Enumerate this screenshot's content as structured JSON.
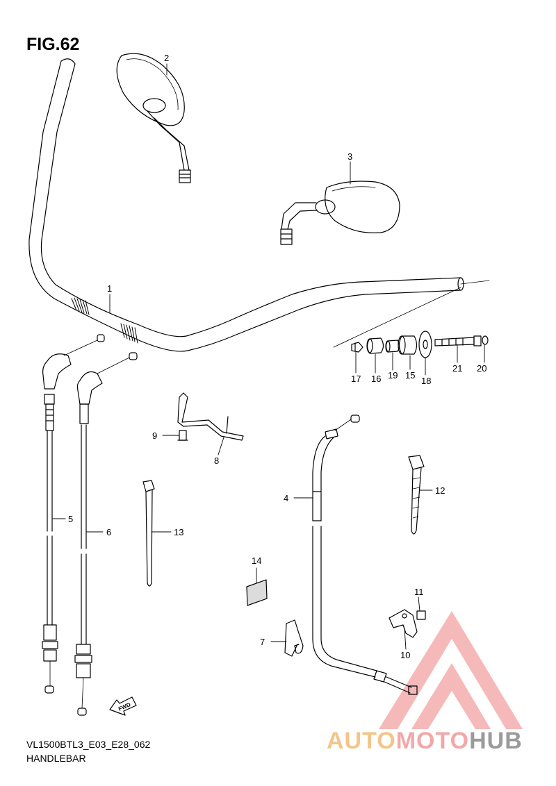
{
  "figure": {
    "title": "FIG.62"
  },
  "footer": {
    "code": "VL1500BTL3_E03_E28_062",
    "name": "HANDLEBAR"
  },
  "direction_marker": "FWD",
  "callouts": [
    {
      "num": "1"
    },
    {
      "num": "2"
    },
    {
      "num": "3"
    },
    {
      "num": "4"
    },
    {
      "num": "5"
    },
    {
      "num": "6"
    },
    {
      "num": "7"
    },
    {
      "num": "8"
    },
    {
      "num": "9"
    },
    {
      "num": "10"
    },
    {
      "num": "11"
    },
    {
      "num": "12"
    },
    {
      "num": "13"
    },
    {
      "num": "14"
    },
    {
      "num": "15"
    },
    {
      "num": "16"
    },
    {
      "num": "17"
    },
    {
      "num": "18"
    },
    {
      "num": "19"
    },
    {
      "num": "20"
    },
    {
      "num": "21"
    }
  ],
  "watermark": {
    "part1": "AUTO",
    "part2": "MOTO",
    "part3": "HUB",
    "color": "#f08080"
  }
}
